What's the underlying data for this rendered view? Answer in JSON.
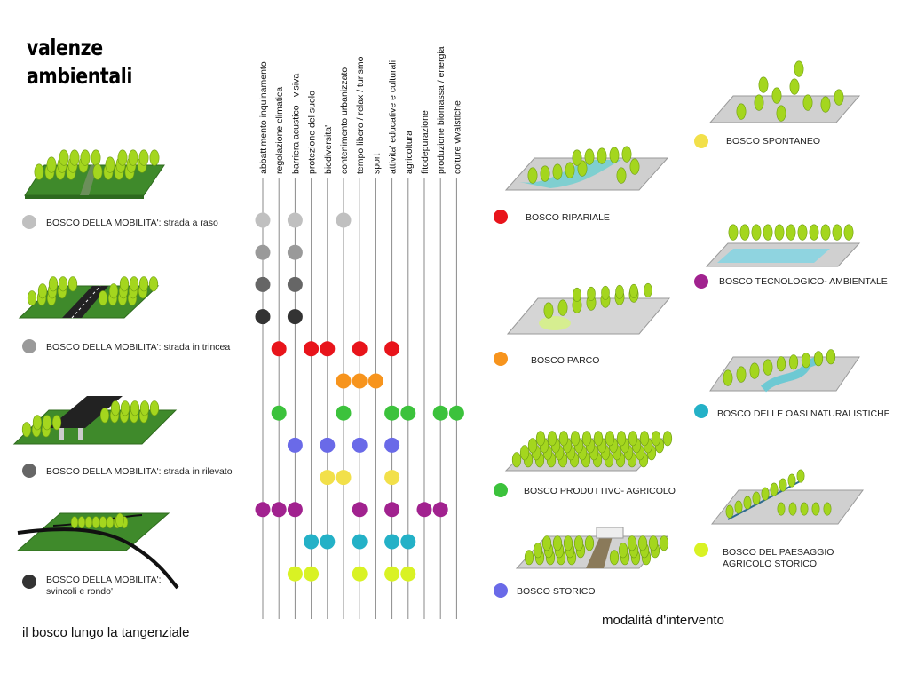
{
  "title_line1": "valenze",
  "title_line2": "ambientali",
  "columns": [
    "abbattimento inquinamento",
    "regolazione climatica",
    "barriera acustico - visiva",
    "protezione del suolo",
    "biodiversita'",
    "contenimento urbanizzato",
    "tempo libero / relax / turismo",
    "sport",
    "attivita' educative e culturali",
    "agricoltura",
    "fitodepurazione",
    "produzione biomassa / energia",
    "colture vivaistiche"
  ],
  "mobility": [
    {
      "label": "BOSCO DELLA MOBILITA': strada a raso",
      "color": "#c0c0c0"
    },
    {
      "label": "BOSCO DELLA MOBILITA': strada in trincea",
      "color": "#9a9a9a"
    },
    {
      "label": "BOSCO DELLA MOBILITA': strada in rilevato",
      "color": "#666666"
    },
    {
      "label_line1": "BOSCO DELLA MOBILITA':",
      "label_line2": "svincoli e rondo'",
      "color": "#333333"
    }
  ],
  "interventions_left": [
    {
      "label": "BOSCO RIPARIALE",
      "color": "#e8141b"
    },
    {
      "label": "BOSCO PARCO",
      "color": "#f7941d"
    },
    {
      "label": "BOSCO PRODUTTIVO- AGRICOLO",
      "color": "#3cc23c"
    },
    {
      "label": "BOSCO STORICO",
      "color": "#6a6ae8"
    }
  ],
  "interventions_right": [
    {
      "label": "BOSCO SPONTANEO",
      "color": "#f2e04a"
    },
    {
      "label": "BOSCO TECNOLOGICO- AMBIENTALE",
      "color": "#a1228f"
    },
    {
      "label": "BOSCO DELLE OASI NATURALISTICHE",
      "color": "#24b1c7"
    },
    {
      "label_line1": "BOSCO DEL PAESAGGIO",
      "label_line2": "AGRICOLO STORICO",
      "color": "#d9f224"
    }
  ],
  "matrix": [
    {
      "color": "#c0c0c0",
      "cols": [
        0,
        2,
        5
      ]
    },
    {
      "color": "#9a9a9a",
      "cols": [
        0,
        2
      ]
    },
    {
      "color": "#666666",
      "cols": [
        0,
        2
      ]
    },
    {
      "color": "#333333",
      "cols": [
        0,
        2
      ]
    },
    {
      "color": "#e8141b",
      "cols": [
        1,
        3,
        4,
        6,
        8
      ]
    },
    {
      "color": "#f7941d",
      "cols": [
        5,
        6,
        7
      ]
    },
    {
      "color": "#3cc23c",
      "cols": [
        1,
        5,
        8,
        9,
        11,
        12
      ]
    },
    {
      "color": "#6a6ae8",
      "cols": [
        2,
        4,
        6,
        8
      ]
    },
    {
      "color": "#f2e04a",
      "cols": [
        4,
        5,
        8
      ]
    },
    {
      "color": "#a1228f",
      "cols": [
        0,
        1,
        2,
        6,
        8,
        10,
        11
      ]
    },
    {
      "color": "#24b1c7",
      "cols": [
        3,
        4,
        6,
        8,
        9
      ]
    },
    {
      "color": "#d9f224",
      "cols": [
        2,
        3,
        6,
        8,
        9
      ]
    }
  ],
  "footer_left": "il bosco lungo la tangenziale",
  "footer_right": "modalità d'intervento"
}
